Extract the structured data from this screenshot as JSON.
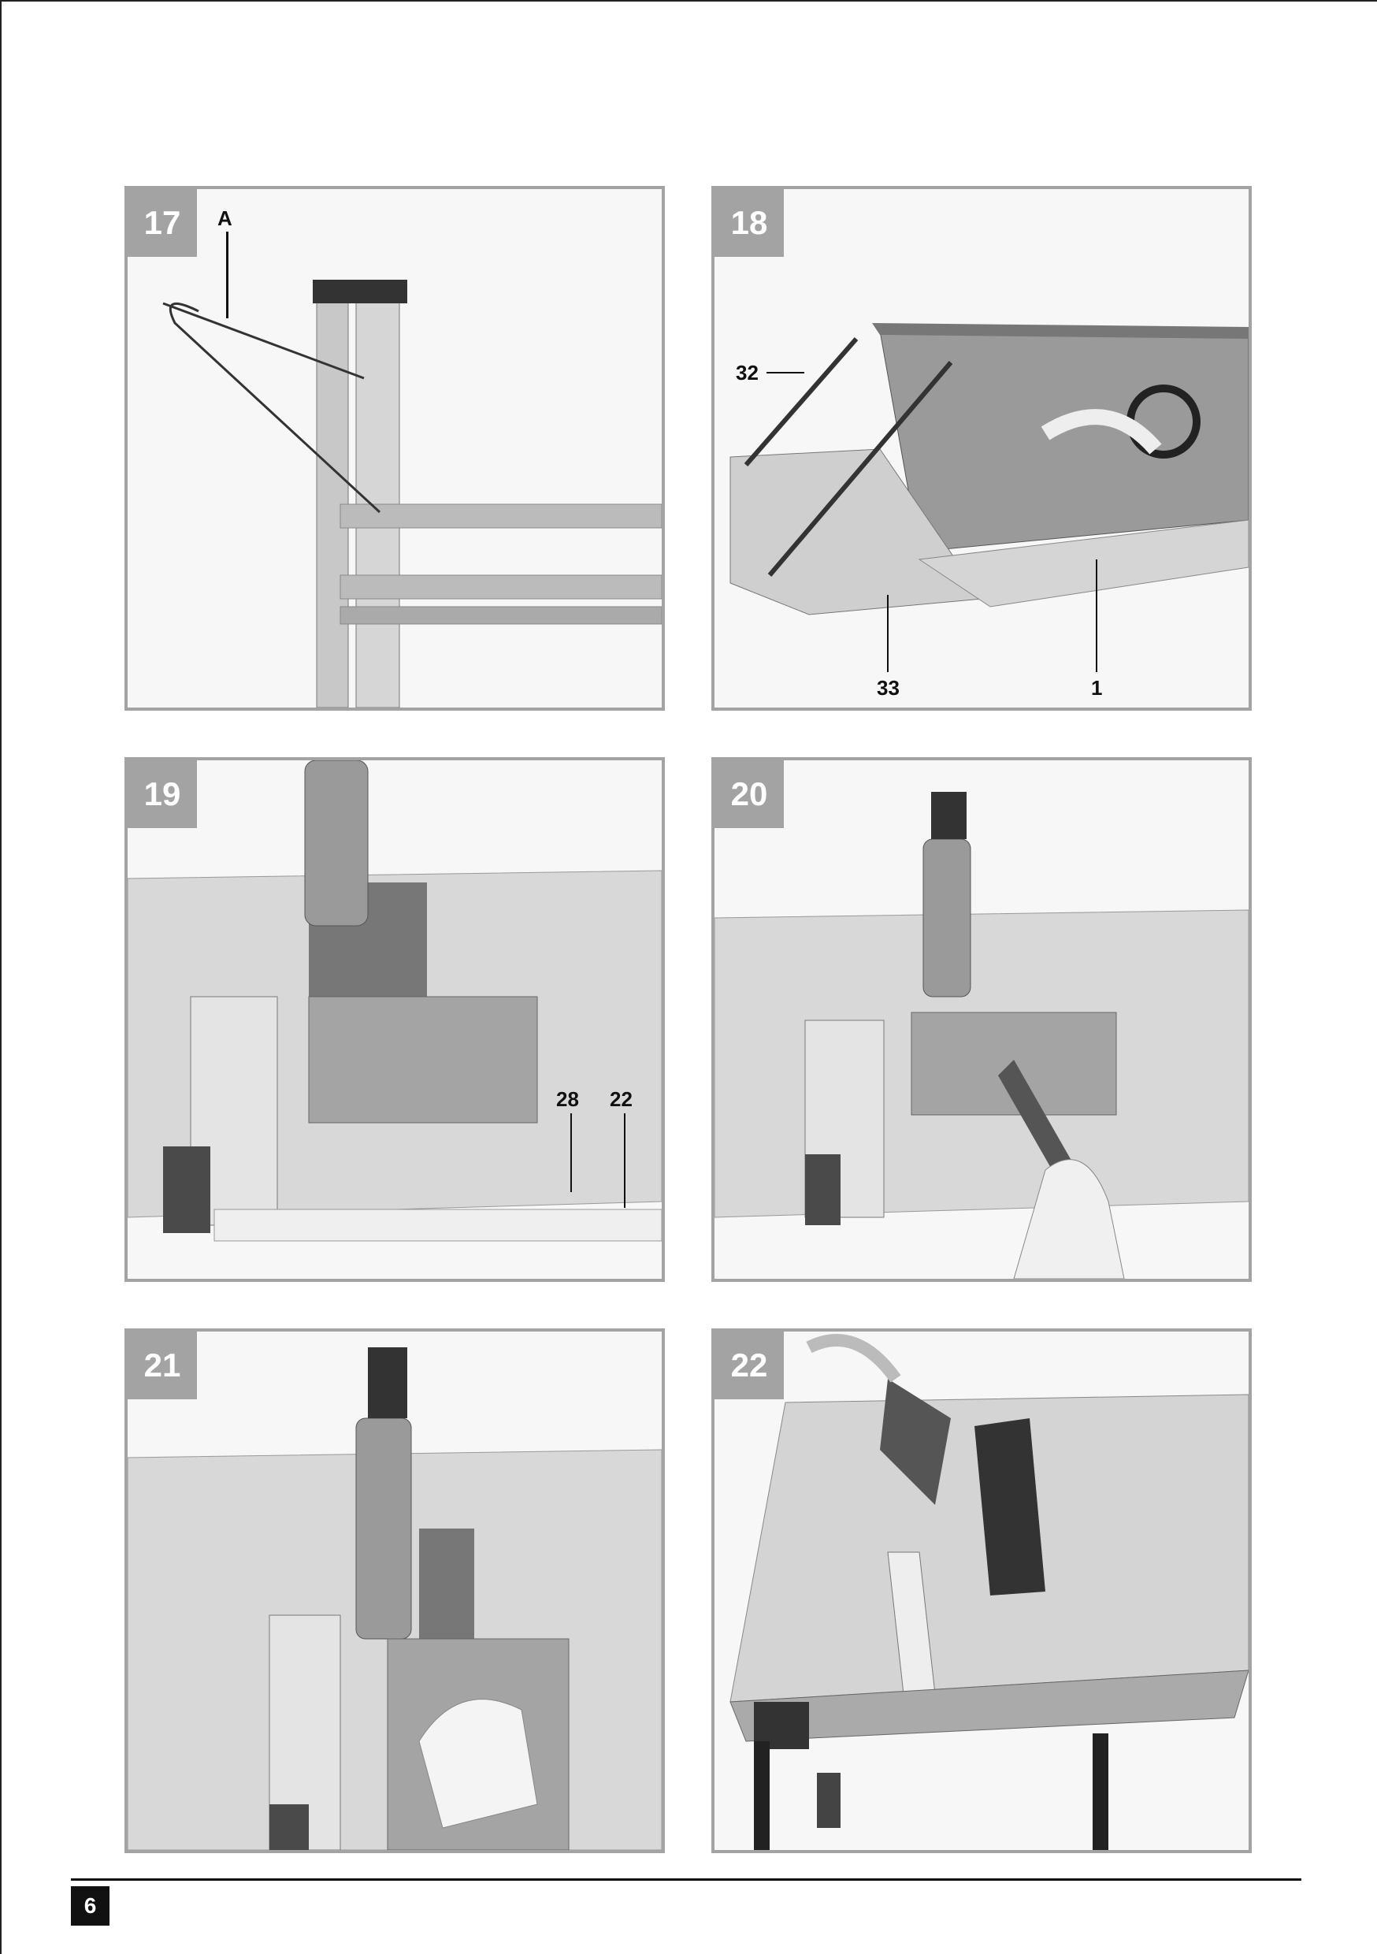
{
  "figures": [
    {
      "number": "17",
      "callouts": [
        "A"
      ]
    },
    {
      "number": "18",
      "callouts": [
        "32",
        "33",
        "1"
      ]
    },
    {
      "number": "19",
      "callouts": [
        "28",
        "22"
      ]
    },
    {
      "number": "20",
      "callouts": []
    },
    {
      "number": "21",
      "callouts": []
    },
    {
      "number": "22",
      "callouts": []
    }
  ],
  "page_number": "6"
}
